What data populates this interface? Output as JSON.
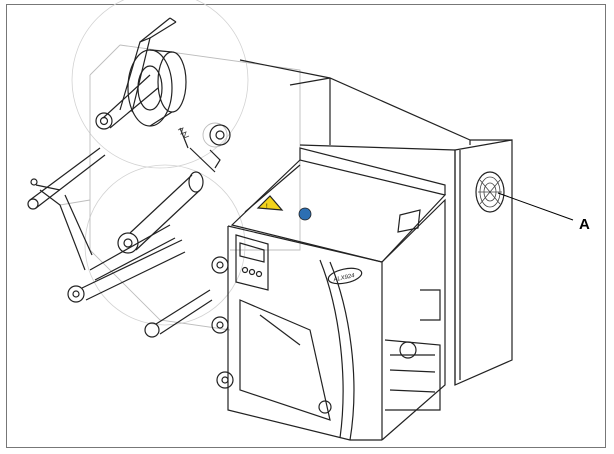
{
  "figure": {
    "callouts": [
      {
        "letter": "A",
        "target": "cooling-fan-grille"
      }
    ],
    "device_badge": "ALX924",
    "colors": {
      "line": "#222222",
      "ghost_line": "#bdbdbd",
      "frame": "#777777",
      "warning_label": "#f2d21b",
      "info_label": "#2c6fb3"
    }
  }
}
